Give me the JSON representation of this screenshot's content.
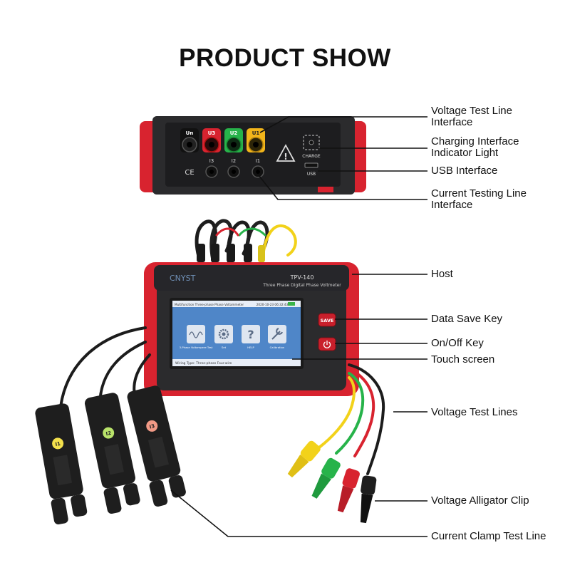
{
  "title": "PRODUCT SHOW",
  "brand": {
    "logo": "CNYST",
    "model": "TPV-140",
    "subtitle": "Three Phase Digital Phase Voltmeter"
  },
  "ports": {
    "voltage": [
      "Un",
      "U3",
      "U2",
      "U1"
    ],
    "current": [
      "I3",
      "I2",
      "I1"
    ],
    "charge_label": "CHARGE",
    "usb_label": "USB",
    "ce_mark": "CE"
  },
  "buttons": {
    "save": "SAVE"
  },
  "screen": {
    "header_left": "Multifunction Three-phase Phase Voltammeter",
    "header_right": "2020-10-23 06:32:43",
    "menu": [
      {
        "label": "3-Phase Voltampere Test",
        "icon": "waveform-icon"
      },
      {
        "label": "Set",
        "icon": "gear-icon"
      },
      {
        "label": "HELP",
        "icon": "question-icon"
      },
      {
        "label": "Calibration",
        "icon": "wrench-icon"
      }
    ],
    "footer": "Wiring Type: Three-phase Four-wire"
  },
  "clamps": [
    {
      "label": "I1",
      "color": "#f3e04c"
    },
    {
      "label": "I2",
      "color": "#b9e36a"
    },
    {
      "label": "I3",
      "color": "#f29a86"
    }
  ],
  "callouts": [
    {
      "lines": [
        "Voltage Test Line",
        "Interface"
      ]
    },
    {
      "lines": [
        "Charging Interface",
        "Indicator Light"
      ]
    },
    {
      "lines": [
        "USB Interface"
      ]
    },
    {
      "lines": [
        "Current Testing Line",
        "Interface"
      ]
    },
    {
      "lines": [
        "Host"
      ]
    },
    {
      "lines": [
        "Data Save Key"
      ]
    },
    {
      "lines": [
        "On/Off Key"
      ]
    },
    {
      "lines": [
        "Touch screen"
      ]
    },
    {
      "lines": [
        "Voltage Test Lines"
      ]
    },
    {
      "lines": [
        "Voltage Alligator Clip"
      ]
    },
    {
      "lines": [
        "Current Clamp Test Line"
      ]
    }
  ],
  "colors": {
    "red": "#d8232f",
    "dark": "#2a2a2c",
    "yellow": "#f2d21a",
    "green": "#27b34a",
    "screen": "#4f86c8"
  }
}
